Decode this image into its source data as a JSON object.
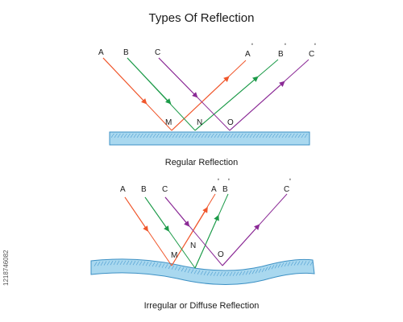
{
  "title": "Types Of Reflection",
  "regular": {
    "caption": "Regular Reflection",
    "incident_labels": [
      "A",
      "B",
      "C"
    ],
    "reflected_labels": [
      "A",
      "B",
      "C"
    ],
    "points": [
      "M",
      "N",
      "O"
    ]
  },
  "diffuse": {
    "caption": "Irregular or Diffuse Reflection",
    "incident_labels": [
      "A",
      "B",
      "C"
    ],
    "reflected_labels": [
      "A",
      "B",
      "C"
    ],
    "points": [
      "M",
      "N",
      "O"
    ]
  },
  "watermark": "1218746082",
  "colors": {
    "ray_a": "#f0562b",
    "ray_b": "#1b9a48",
    "ray_c": "#8b2a96",
    "surface_fill": "#a9d8ef",
    "surface_stroke": "#3c90c4",
    "hatch": "#4a9bd0"
  }
}
